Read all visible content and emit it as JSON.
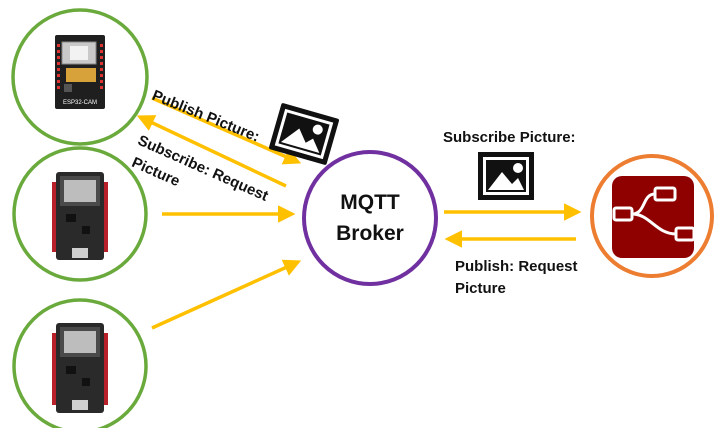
{
  "broker": {
    "line1": "MQTT",
    "line2": "Broker"
  },
  "esp32cam": {
    "board_text": "ESP32-CAM"
  },
  "labels": {
    "publish_picture": "Publish Picture:",
    "subscribe_request_line1": "Subscribe: Request",
    "subscribe_request_line2": "Picture",
    "subscribe_picture": "Subscribe Picture:",
    "publish_request_line1": "Publish: Request",
    "publish_request_line2": "Picture"
  },
  "colors": {
    "device_ring": "#6aaa3c",
    "broker_ring": "#7030a0",
    "nodered_ring": "#ed7d31",
    "arrow": "#ffc000",
    "nodered_fill": "#8f0000",
    "board_dark": "#1f1f1f",
    "board_red": "#b8202a"
  },
  "icons": [
    "image-icon",
    "image-icon",
    "node-red-logo-icon",
    "esp32-cam-board-icon",
    "esp32-devkit-board-icon"
  ]
}
